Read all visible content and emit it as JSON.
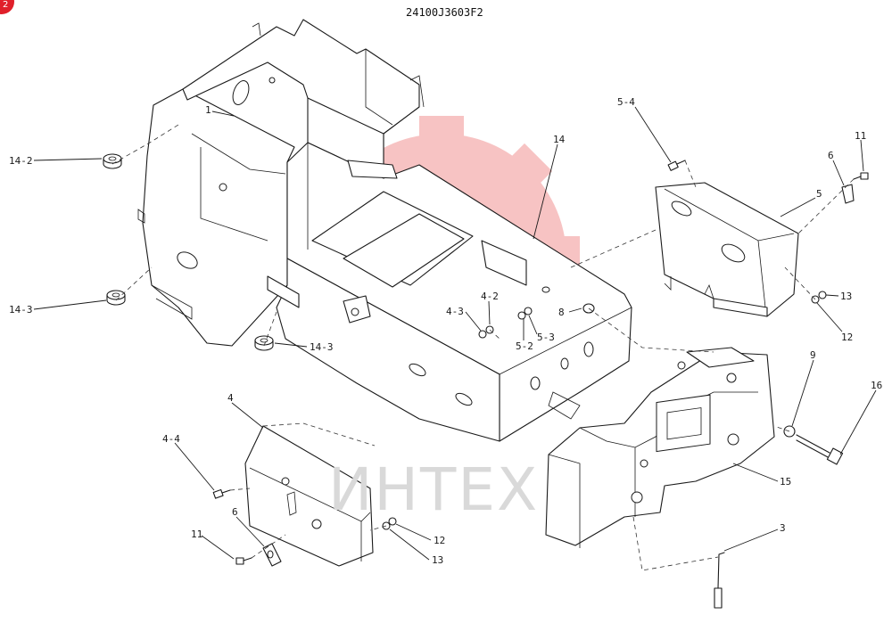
{
  "diagram": {
    "drawing_code": "24100J3603F2",
    "watermark": {
      "text": "ИНТЕХ",
      "logo": "gear-watermark",
      "logo_color": "#f2a3a3",
      "text_color": "#d9d9d9"
    },
    "corner_badge": {
      "color": "#e0202a",
      "text": "2"
    },
    "callouts": {
      "c14_2": "14-2",
      "c14_3a": "14-3",
      "c14_3b": "14-3",
      "c14": "14",
      "c5_4": "5-4",
      "c11a": "11",
      "c6a": "6",
      "c5": "5",
      "c13a": "13",
      "c12a": "12",
      "c4_2": "4-2",
      "c4_3": "4-3",
      "c5_2": "5-2",
      "c5_3": "5-3",
      "c8": "8",
      "c9": "9",
      "c16": "16",
      "c15": "15",
      "c3": "3",
      "c4": "4",
      "c4_4": "4-4",
      "c6b": "6",
      "c11b": "11",
      "c12b": "12",
      "c13b": "13",
      "c1": "1"
    }
  }
}
